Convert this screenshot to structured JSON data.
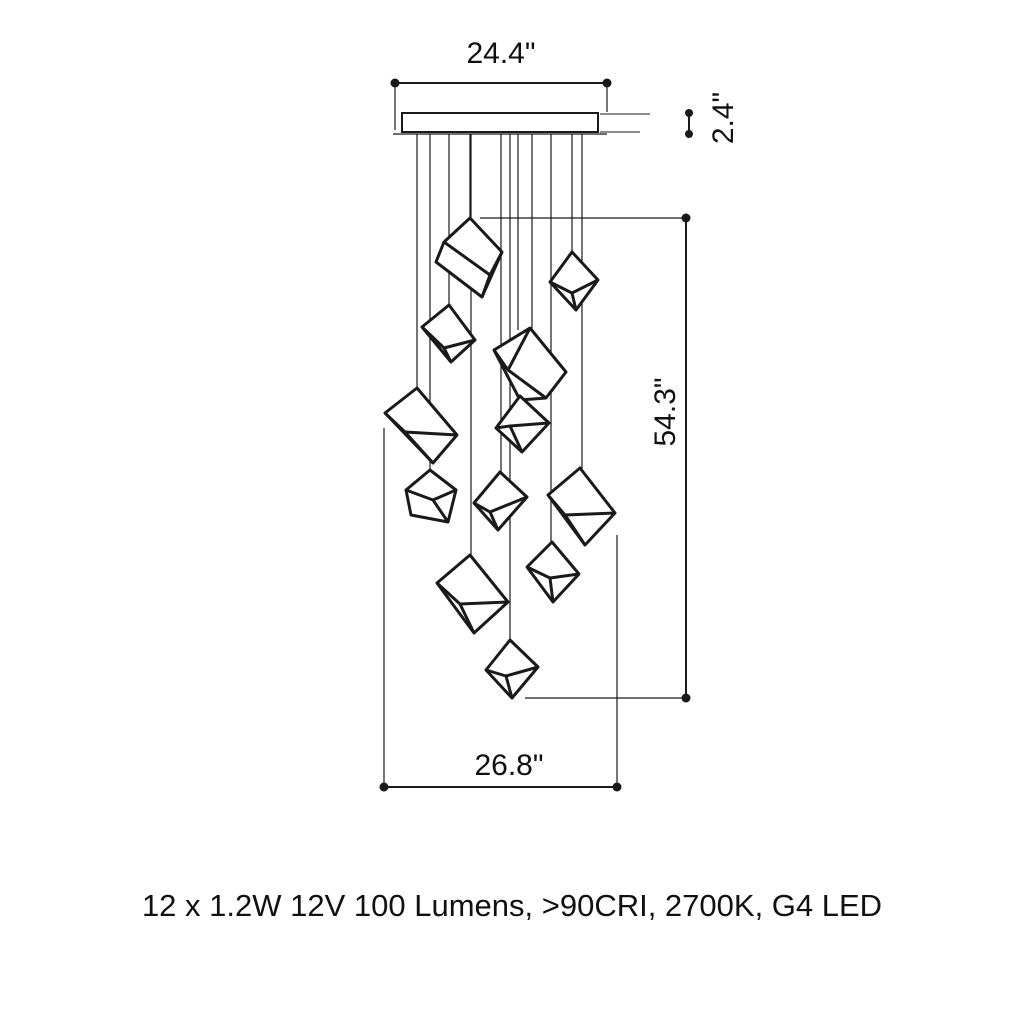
{
  "dimensions": {
    "canopy_width": "24.4\"",
    "canopy_height": "2.4\"",
    "drop_height": "54.3\"",
    "cluster_width": "26.8\""
  },
  "specs": {
    "caption": "12 x 1.2W 12V 100 Lumens, >90CRI, 2700K, G4 LED"
  },
  "fixture": {
    "pendant_count": 12,
    "line_color": "#1a1a1a",
    "background": "#ffffff"
  }
}
